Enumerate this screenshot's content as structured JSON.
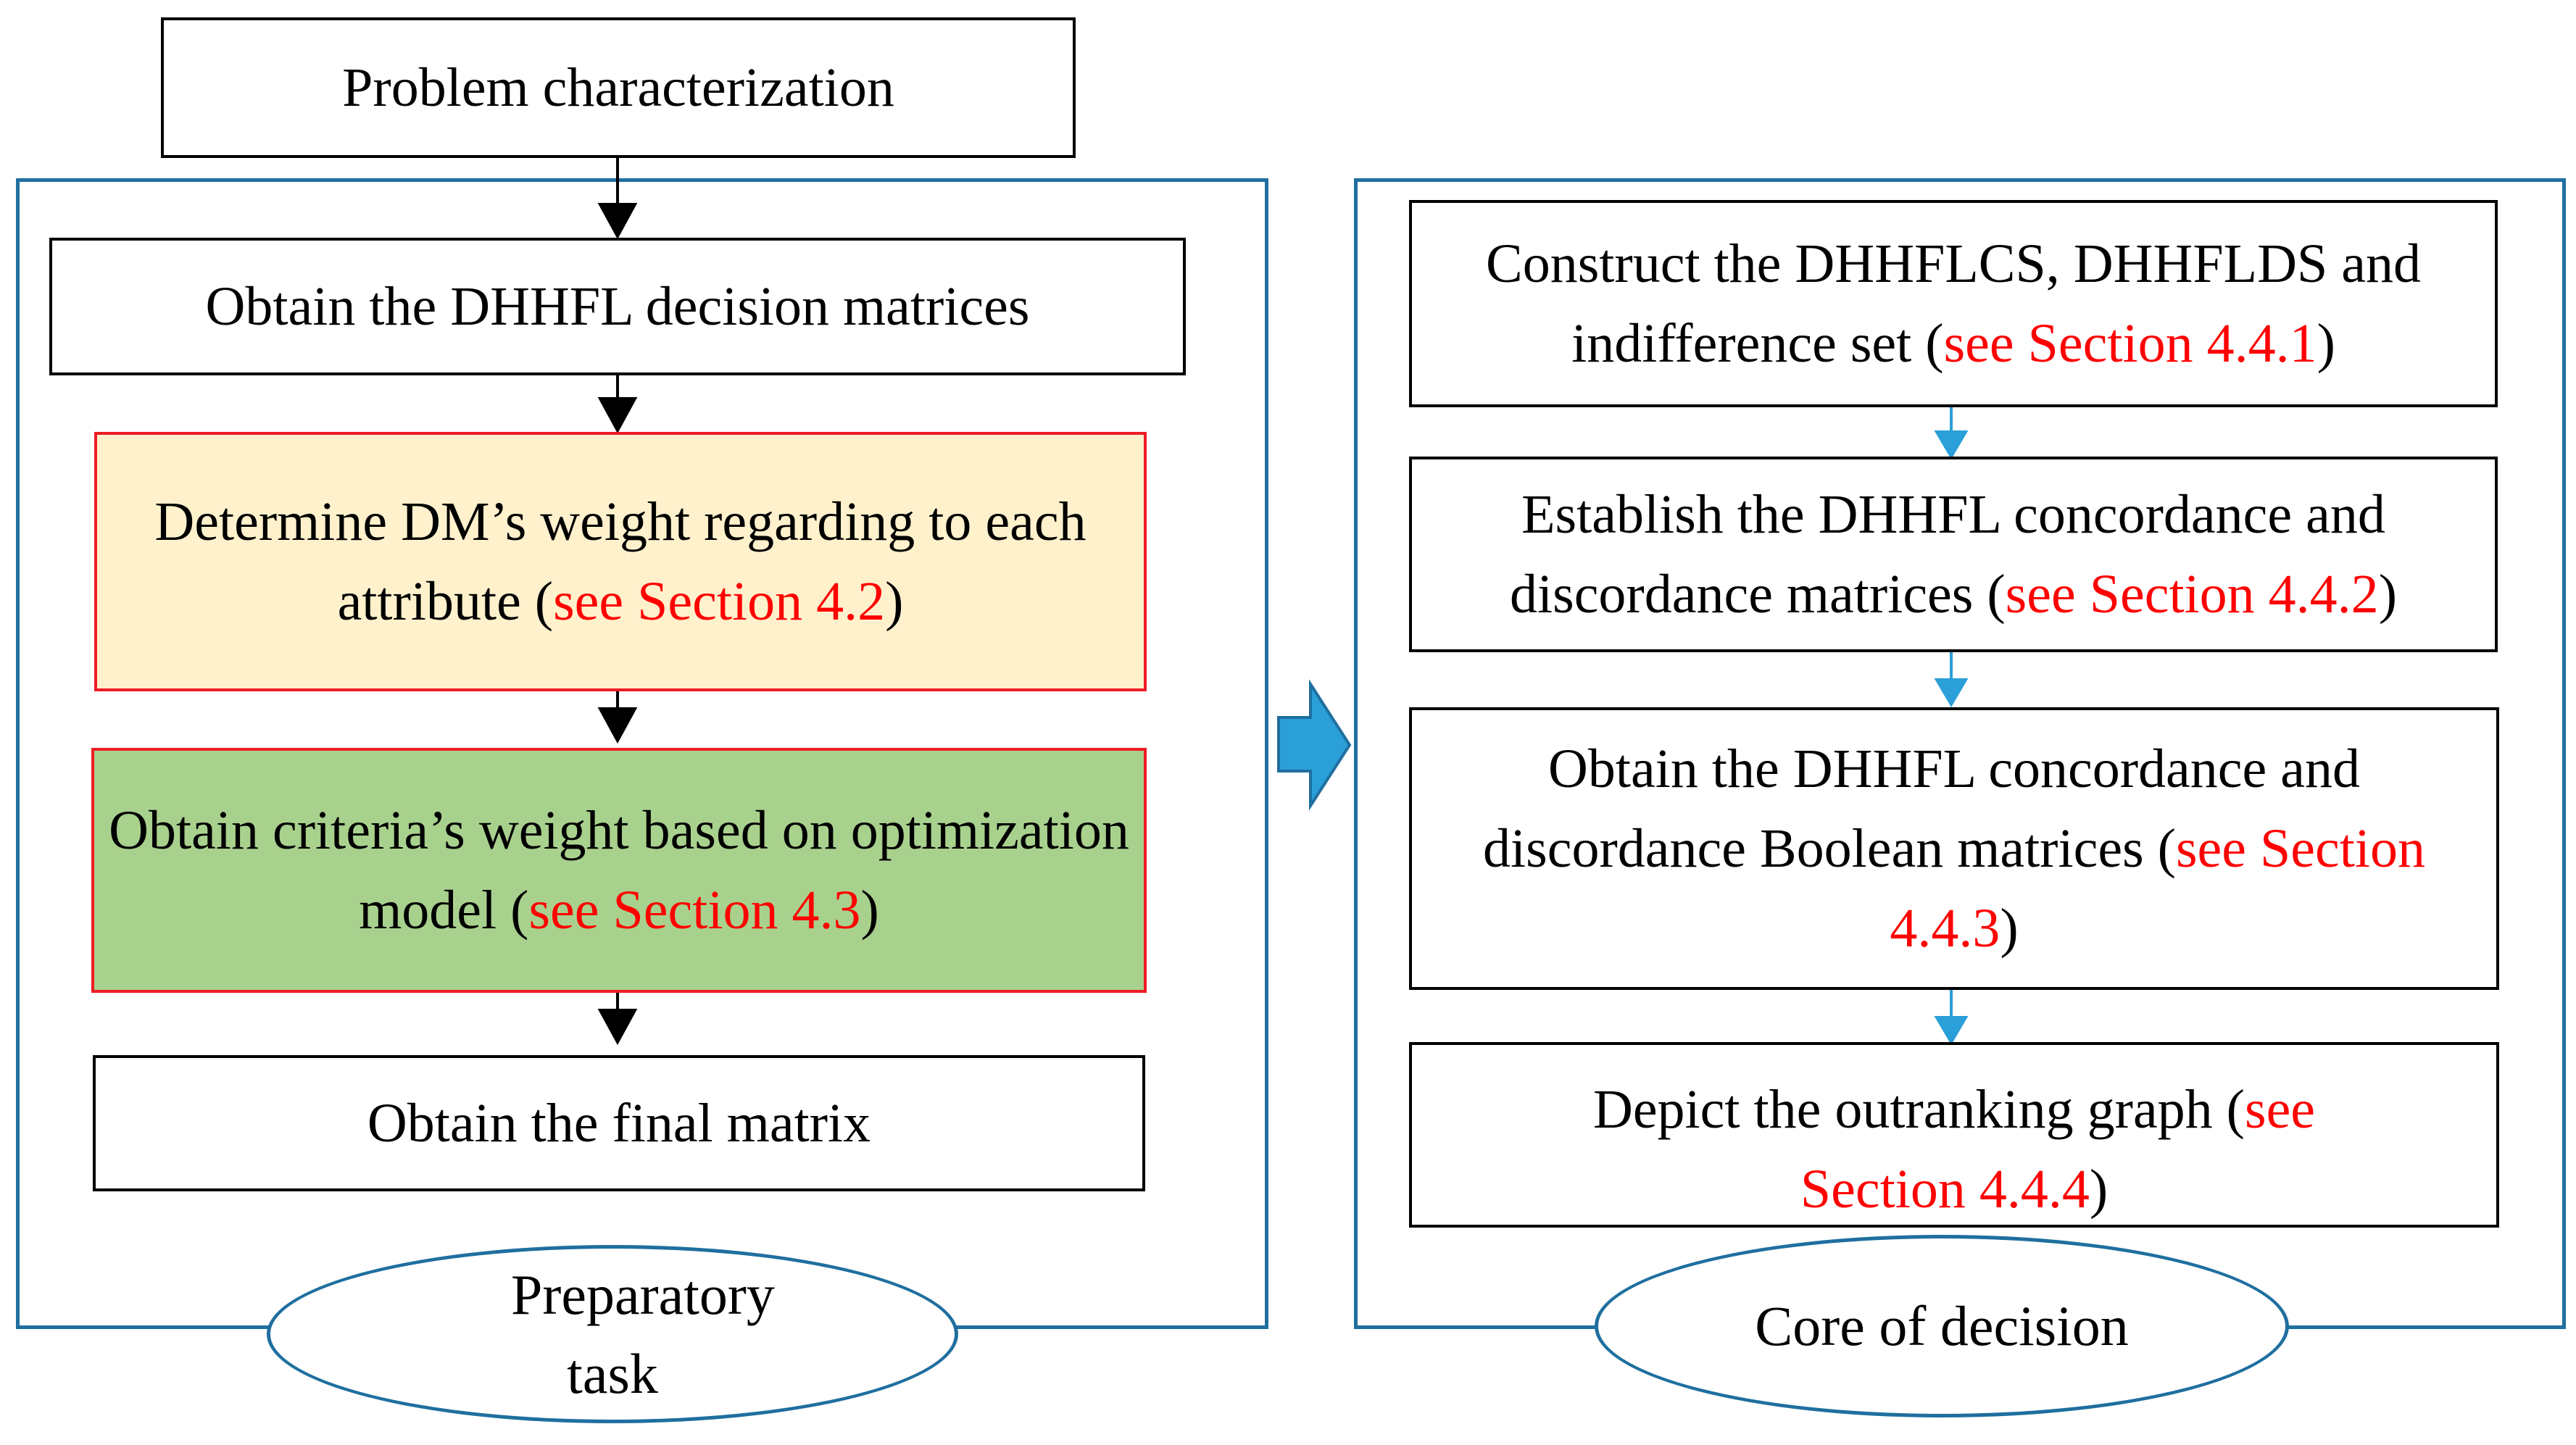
{
  "problem": {
    "label": "Problem characterization"
  },
  "preparatory": {
    "oval_label": "Preparatory task",
    "step1": "Obtain the DHHFL decision matrices",
    "step2": {
      "text": "Determine DM’s weight regarding to each attribute (",
      "ref": "see Section 4.2",
      "close": ")"
    },
    "step3": {
      "text": "Obtain criteria’s weight based on optimization model (",
      "ref": "see Section 4.3",
      "close": ")"
    },
    "step4": "Obtain the final matrix"
  },
  "core": {
    "oval_label": "Core of decision",
    "step1": {
      "text": "Construct the DHHFLCS, DHHFLDS and indifference set (",
      "ref": "see Section 4.4.1",
      "close": ")"
    },
    "step2": {
      "text": "Establish the DHHFL concordance and discordance matrices (",
      "ref": "see Section 4.4.2",
      "close": ")"
    },
    "step3": {
      "text": "Obtain the DHHFL concordance and discordance Boolean matrices (",
      "ref": "see Section 4.4.3",
      "close": ")"
    },
    "step4": {
      "text": "Depict the outranking graph (",
      "ref": "see Section 4.4.4",
      "close": ")"
    }
  },
  "colors": {
    "container_border": "#1f6f9f",
    "arrow_blue": "#2a9fd8",
    "ref_red": "#ff0000",
    "tan_fill": "#fff1cc",
    "green_fill": "#a9d18e"
  },
  "icons": {
    "transition_arrow": "right-arrow-icon"
  }
}
